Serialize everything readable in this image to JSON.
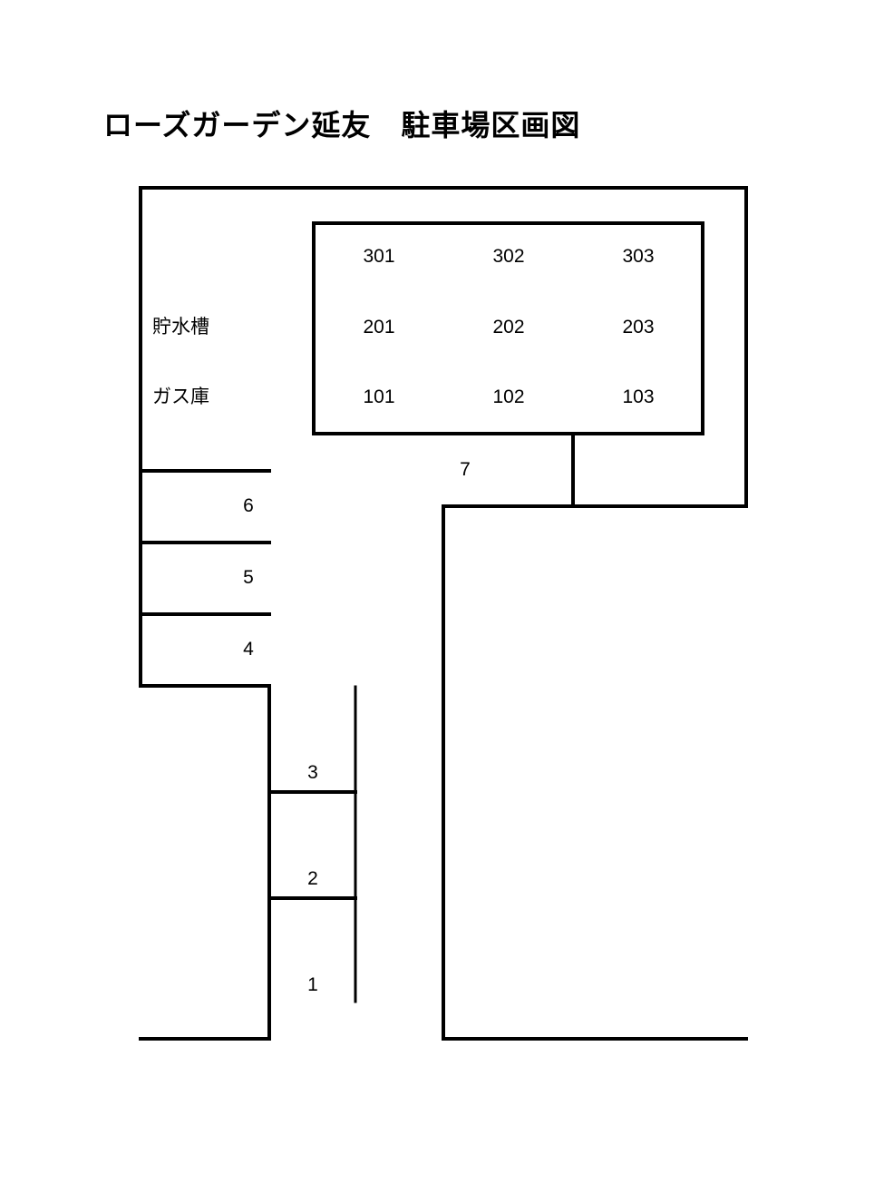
{
  "title": "ローズガーデン延友　駐車場区画図",
  "facilities": {
    "water_tank": "貯水槽",
    "gas_storage": "ガス庫"
  },
  "building_units": {
    "row3": [
      "301",
      "302",
      "303"
    ],
    "row2": [
      "201",
      "202",
      "203"
    ],
    "row1": [
      "101",
      "102",
      "103"
    ]
  },
  "parking_spaces": {
    "s1": "1",
    "s2": "2",
    "s3": "3",
    "s4": "4",
    "s5": "5",
    "s6": "6",
    "s7": "7"
  },
  "colors": {
    "line": "#000000",
    "background": "#ffffff"
  }
}
